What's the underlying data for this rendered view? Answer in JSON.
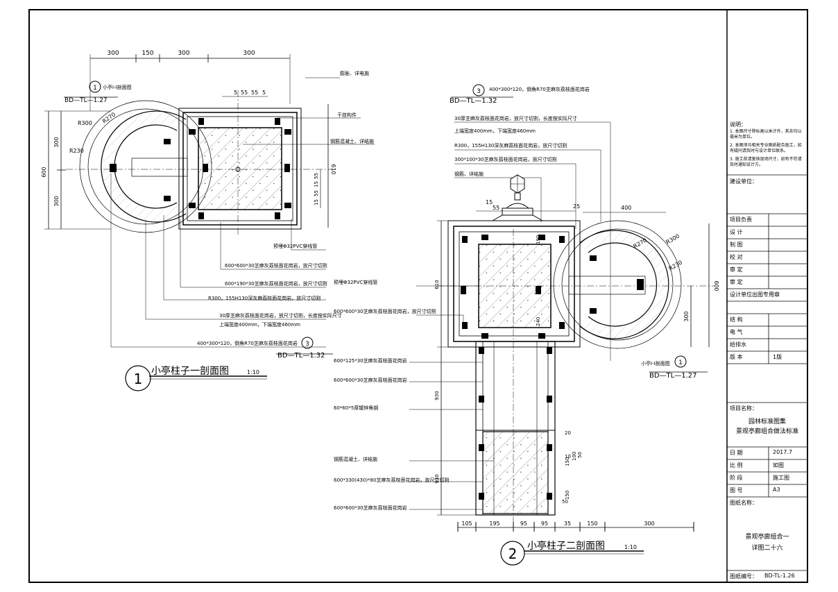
{
  "section1": {
    "title": "小亭柱子一剖面图",
    "scale": "1:10",
    "number": "1",
    "top_dims": [
      "300",
      "150",
      "300",
      "300"
    ],
    "inner_dims": [
      "5",
      "55",
      "55",
      "5"
    ],
    "left_dims": [
      "300",
      "300"
    ],
    "left_total": "600",
    "right_dims": [
      "55",
      "15",
      "55",
      "15"
    ],
    "right_total": "610",
    "radii": [
      "R300",
      "R270",
      "R230"
    ],
    "ref_top": {
      "num": "1",
      "sheet": "BD—TL—1.27",
      "label": "小亭Ⅰ-Ⅰ剖面图"
    },
    "ref_bottom": {
      "num": "3",
      "sheet": "BD—TL—1.32"
    },
    "callouts_right": [
      "膨胀、详电施",
      "干挂构件",
      "钢筋混凝土、详结施"
    ],
    "callouts_bottom": [
      "预埋Φ32PVC穿线管",
      "600*600*30芝麻灰荔枝面花岗岩，放尺寸切割",
      "600*190*30芝麻灰荔枝面花岗岩，放尺寸切割",
      "R300，155H130深灰麻荔枝面花岗岩，放尺寸切割",
      "30厚芝麻灰荔枝面花岗岩，放尺寸切割，长度按实际尺寸",
      "上端宽度400mm，下端宽度460mm",
      "400*300*120，倒角R70芝麻灰荔枝面花岗岩"
    ]
  },
  "section2": {
    "title": "小亭柱子二剖面图",
    "scale": "1:10",
    "number": "2",
    "ref_top": {
      "num": "3",
      "sheet": "BD—TL—1.32",
      "label": "400*300*120，倒角R70芝麻灰荔枝面花岗岩"
    },
    "ref_right": {
      "num": "1",
      "sheet": "BD—TL—1.27",
      "label": "小亭Ⅰ-Ⅰ剖面图"
    },
    "callouts_top": [
      "30厚芝麻灰荔枝面花岗岩，放尺寸切割，长度按实际尺寸",
      "上端宽度400mm，下端宽度460mm",
      "R300，155H130深灰麻荔枝面花岗岩，放尺寸切割",
      "300*100*30芝麻灰荔枝面花岗岩，放尺寸切割",
      "钢筋、详结施"
    ],
    "callouts_left": [
      "预埋Φ32PVC穿线管",
      "600*600*30芝麻灰荔枝面花岗岩，放尺寸切割",
      "600*125*30芝麻灰荔枝面花岗岩",
      "600*600*30芝麻灰荔枝面花岗岩",
      "60*60*5厚镀锌角钢",
      "钢筋混凝土、详结施",
      "600*330(430)*80芝麻灰荔枝面花岗岩，放尺寸切割",
      "600*600*30芝麻灰荔枝面花岗岩"
    ],
    "top_dims": [
      "15",
      "55",
      "25",
      "400"
    ],
    "bottom_dims": [
      "105",
      "195",
      "95",
      "95",
      "35",
      "150",
      "300"
    ],
    "radii": [
      "R300",
      "R270",
      "R230"
    ],
    "right_dims": [
      "600",
      "300"
    ],
    "vert_dims_left": [
      "610",
      "930",
      "930"
    ],
    "vert_dims_inner": [
      "190",
      "240",
      "150",
      "100",
      "50",
      "20",
      "10",
      "150",
      "50"
    ]
  },
  "title_block": {
    "notes": [
      "1. 本图尺寸除标高以米计外，其余均以毫米为单位。",
      "2. 本图须与相关专业图纸配合施工，如有疑问请及时与设计单位联系。",
      "3. 施工前请复核现场尺寸，如有不符请及时通知设计方。"
    ],
    "notes_label": "说明：",
    "construction_label": "建设单位：",
    "rows": [
      {
        "label": "项目负责",
        "value": ""
      },
      {
        "label": "设 计",
        "value": ""
      },
      {
        "label": "制 图",
        "value": ""
      },
      {
        "label": "校 对",
        "value": ""
      },
      {
        "label": "审 定",
        "value": ""
      },
      {
        "label": "审 定",
        "value": ""
      },
      {
        "label": "设计单位出图专用章",
        "value": ""
      },
      {
        "label": "结 构",
        "value": ""
      },
      {
        "label": "电 气",
        "value": ""
      },
      {
        "label": "给排水",
        "value": ""
      },
      {
        "label": "版 本",
        "value": "1版"
      }
    ],
    "project_label": "项目名称：",
    "project_name_1": "园林标准图集",
    "project_name_2": "景观亭廊组合做法标准",
    "date_label": "日 期",
    "date_value": "2017.7",
    "scale_label": "比 例",
    "scale_value": "如图",
    "stage_label": "阶 段",
    "stage_value": "施工图",
    "sheet_no_label": "图 号",
    "sheet_no_value": "A3",
    "drawing_name_label": "图纸名称：",
    "drawing_name_1": "景观亭廊组合一",
    "drawing_name_2": "详图二十六",
    "drawing_code_label": "图纸编号：",
    "drawing_code_value": "BD-TL-1.26"
  }
}
